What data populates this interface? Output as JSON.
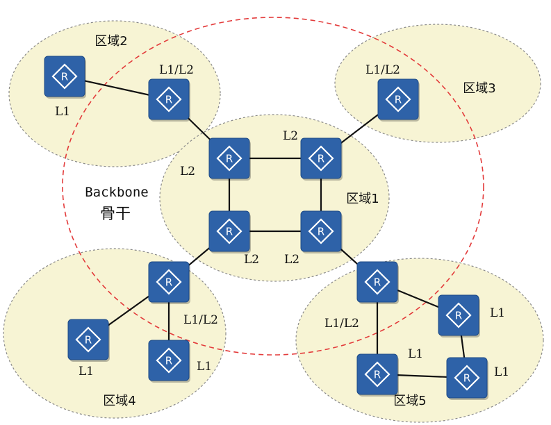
{
  "diagram": {
    "areas": [
      {
        "id": "area2",
        "label": "区域2"
      },
      {
        "id": "area3",
        "label": "区域3"
      },
      {
        "id": "area1",
        "label": "区域1"
      },
      {
        "id": "area4",
        "label": "区域4"
      },
      {
        "id": "area5",
        "label": "区域5"
      }
    ],
    "backbone": {
      "label_en": "Backbone",
      "label_cn": "骨干"
    },
    "routers": [
      {
        "id": "r2a",
        "area": "区域2",
        "level_label": "L1",
        "icon": "router-icon"
      },
      {
        "id": "r2b",
        "area": "区域2",
        "level_label": "L1/L2",
        "icon": "router-icon"
      },
      {
        "id": "r3a",
        "area": "区域3",
        "level_label": "L1/L2",
        "icon": "router-icon"
      },
      {
        "id": "r1a",
        "area": "区域1",
        "level_label": "L2",
        "icon": "router-icon"
      },
      {
        "id": "r1b",
        "area": "区域1",
        "level_label": "L2",
        "icon": "router-icon"
      },
      {
        "id": "r1c",
        "area": "区域1",
        "level_label": "L2",
        "icon": "router-icon"
      },
      {
        "id": "r1d",
        "area": "区域1",
        "level_label": "L2",
        "icon": "router-icon"
      },
      {
        "id": "r4a",
        "area": "区域4",
        "level_label": "L1/L2",
        "icon": "router-icon"
      },
      {
        "id": "r4b",
        "area": "区域4",
        "level_label": "L1",
        "icon": "router-icon"
      },
      {
        "id": "r4c",
        "area": "区域4",
        "level_label": "L1",
        "icon": "router-icon"
      },
      {
        "id": "r5a",
        "area": "区域5",
        "level_label": "L1/L2",
        "icon": "router-icon"
      },
      {
        "id": "r5b",
        "area": "区域5",
        "level_label": "L1",
        "icon": "router-icon"
      },
      {
        "id": "r5c",
        "area": "区域5",
        "level_label": "L1",
        "icon": "router-icon"
      },
      {
        "id": "r5d",
        "area": "区域5",
        "level_label": "L1",
        "icon": "router-icon"
      }
    ],
    "links": [
      [
        "r2a",
        "r2b"
      ],
      [
        "r2b",
        "r1a"
      ],
      [
        "r1b",
        "r3a"
      ],
      [
        "r1a",
        "r1b"
      ],
      [
        "r1a",
        "r1c"
      ],
      [
        "r1b",
        "r1d"
      ],
      [
        "r1c",
        "r1d"
      ],
      [
        "r1c",
        "r4a"
      ],
      [
        "r4a",
        "r4b"
      ],
      [
        "r4a",
        "r4c"
      ],
      [
        "r1d",
        "r5a"
      ],
      [
        "r5a",
        "r5b"
      ],
      [
        "r5a",
        "r5c"
      ],
      [
        "r5c",
        "r5d"
      ],
      [
        "r5b",
        "r5d"
      ]
    ],
    "router_glyph": "R",
    "colors": {
      "area_fill": "#f7f4d4",
      "area_stroke": "#8a8a8a",
      "backbone_stroke": "#e33b3b",
      "router_fill": "#2e62a8",
      "router_stroke": "#1d4a86",
      "link": "#111111"
    }
  }
}
